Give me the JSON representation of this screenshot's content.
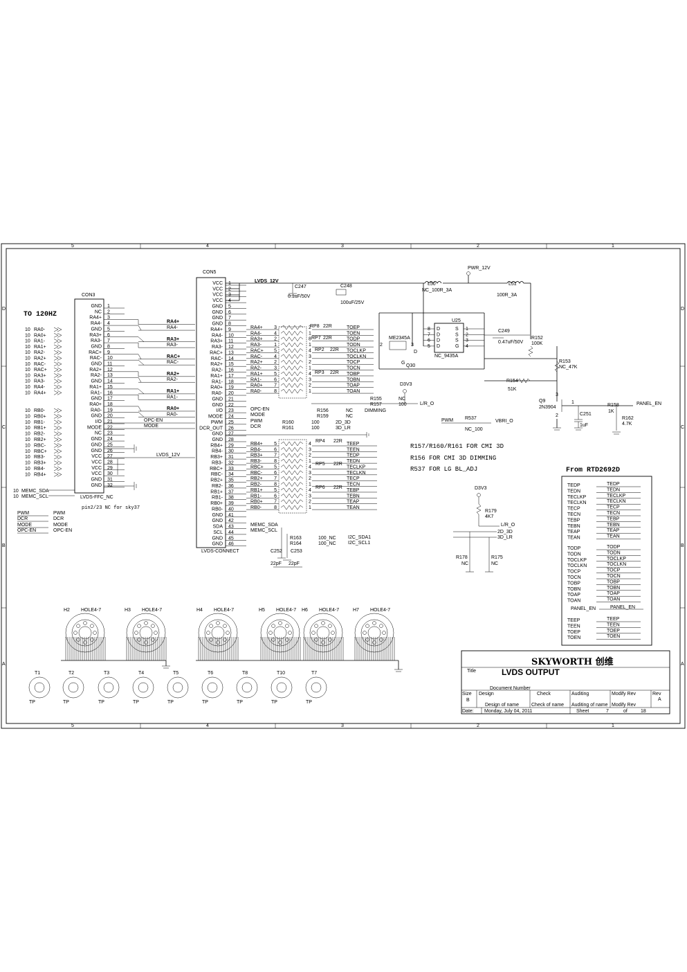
{
  "frame": {
    "cols_top": [
      "5",
      "4",
      "3",
      "2",
      "1"
    ],
    "cols_bottom": [
      "5",
      "4",
      "3",
      "2",
      "1"
    ],
    "rows_left": [
      "D",
      "C",
      "B",
      "A"
    ],
    "rows_right": [
      "D",
      "C",
      "B",
      "A"
    ]
  },
  "left_section": {
    "heading": "TO 120HZ",
    "ra_signals": [
      "RA0-",
      "RA0+",
      "RA1-",
      "RA1+",
      "RA2-",
      "RA2+",
      "RAC-",
      "RAC+",
      "RA3+",
      "RA3-",
      "RA4-",
      "RA4+"
    ],
    "rb_signals": [
      "RB0-",
      "RB0+",
      "RB1-",
      "RB1+",
      "RB2-",
      "RB2+",
      "RBC-",
      "RBC+",
      "RB3-",
      "RB3+",
      "RB4-",
      "RB4+"
    ],
    "pin_marker": "10",
    "memc": [
      "MEMC_SDA",
      "MEMC_SCL"
    ],
    "ctrl_left": [
      "PWM",
      "DCR",
      "MODE",
      "OPC-EN"
    ],
    "ctrl_right": [
      "PWM",
      "DCR",
      "MODE",
      "OPC-EN"
    ]
  },
  "con3": {
    "ref": "CON3",
    "part": "LVDS-FFC_NC",
    "note": "pin2/23 NC for sky37",
    "names": [
      "GND",
      "NC",
      "RA4+",
      "RA4-",
      "GND",
      "RA3+",
      "RA3-",
      "GND",
      "RAC+",
      "RAC-",
      "GND",
      "RA2+",
      "RA2-",
      "GND",
      "RA1+",
      "RA1-",
      "GND",
      "RA0+",
      "RA0-",
      "GND",
      "I/O",
      "MODE",
      "NC",
      "GND",
      "GND",
      "GND",
      "VCC",
      "VCC",
      "VCC",
      "VCC",
      "GND",
      "GND"
    ],
    "pins": [
      "1",
      "2",
      "3",
      "4",
      "5",
      "6",
      "7",
      "8",
      "9",
      "10",
      "11",
      "12",
      "13",
      "14",
      "15",
      "16",
      "17",
      "18",
      "19",
      "20",
      "21",
      "22",
      "23",
      "24",
      "25",
      "26",
      "27",
      "28",
      "29",
      "30",
      "31",
      "32"
    ],
    "right_labels": [
      "RA4+",
      "RA4-",
      "RA3+",
      "RA3-",
      "RAC+",
      "RAC-",
      "RA2+",
      "RA2-",
      "RA1+",
      "RA1-",
      "RA0+",
      "RA0-"
    ],
    "opc_label": "OPC-EN",
    "mode_label": "MODE",
    "vlabel": "LVDS_12V"
  },
  "con5": {
    "ref": "CON5",
    "part": "LVDS-CONNECT",
    "names": [
      "VCC",
      "VCC",
      "VCC",
      "VCC",
      "GND",
      "GND",
      "GND",
      "GND",
      "RA4+",
      "RA4-",
      "RA3+",
      "RA3-",
      "RAC+",
      "RAC-",
      "RA2+",
      "RA2-",
      "RA1+",
      "RA1-",
      "RA0+",
      "RA0-",
      "GND",
      "GND",
      "I/O",
      "MODE",
      "PWM",
      "DCR_OUT",
      "GND",
      "GND",
      "RB4+",
      "RB4-",
      "RB3+",
      "RB3-",
      "RBC+",
      "RBC-",
      "RB2+",
      "RB2-",
      "RB1+",
      "RB1-",
      "RB0+",
      "RB0-",
      "GND",
      "GND",
      "SDA",
      "SCL",
      "GND",
      "GND"
    ],
    "pins": [
      "1",
      "2",
      "3",
      "4",
      "5",
      "6",
      "7",
      "8",
      "9",
      "10",
      "11",
      "12",
      "13",
      "14",
      "15",
      "16",
      "17",
      "18",
      "19",
      "20",
      "21",
      "22",
      "23",
      "24",
      "25",
      "26",
      "27",
      "28",
      "29",
      "30",
      "31",
      "32",
      "33",
      "34",
      "35",
      "36",
      "37",
      "38",
      "39",
      "40",
      "41",
      "42",
      "43",
      "44",
      "45",
      "46"
    ],
    "net_a": [
      "RA4+",
      "RA4-",
      "RA3+",
      "RA3-",
      "RAC+",
      "RAC-",
      "RA2+",
      "RA2-",
      "RA1+",
      "RA1-",
      "RA0+",
      "RA0-"
    ],
    "net_b": [
      "RB4+",
      "RB4-",
      "RB3+",
      "RB3-",
      "RBC+",
      "RBC-",
      "RB2+",
      "RB2-",
      "RB1+",
      "RB1-",
      "RB0+",
      "RB0-"
    ],
    "vlabel": "LVDS_12V",
    "opc": "OPC-EN",
    "mode": "MODE",
    "pwm": "PWM",
    "dcr": "DCR",
    "sda": "MEMC_SDA",
    "scl": "MEMC_SCL"
  },
  "rpacks": {
    "pack_pins_a": [
      "3",
      "4",
      "2",
      "1",
      "5",
      "4",
      "2",
      "3",
      "5",
      "6",
      "7",
      "8"
    ],
    "pack_pins_b": [
      "5",
      "6",
      "7",
      "8",
      "5",
      "6",
      "7",
      "8",
      "5",
      "6",
      "7",
      "8"
    ],
    "pin_out_a": [
      "2",
      "1",
      "8",
      "1",
      "4",
      "3",
      "2",
      "1",
      "4",
      "3",
      "2",
      "1"
    ],
    "pin_out_b": [
      "4",
      "3",
      "2",
      "1",
      "4",
      "3",
      "2",
      "1",
      "4",
      "3",
      "2",
      "1"
    ],
    "refs": [
      "RP8",
      "RP7",
      "RP2",
      "RP3",
      "RP4",
      "RP5",
      "RP6"
    ],
    "value": "22R",
    "out_a": [
      "TOEP",
      "TOEN",
      "TODP",
      "TODN",
      "TOCLKP",
      "TOCLKN",
      "TOCP",
      "TOCN",
      "TOBP",
      "TOBN",
      "TOAP",
      "TOAN"
    ],
    "out_b": [
      "TEEP",
      "TEEN",
      "TEDP",
      "TEDN",
      "TECLKP",
      "TECLKN",
      "TECP",
      "TECN",
      "TEBP",
      "TEBN",
      "TEAP",
      "TEAN"
    ]
  },
  "mid_parts": {
    "r156": "R156",
    "r159": "R159",
    "r160": "R160",
    "r161": "R161",
    "r155": "R155",
    "r157": "R157",
    "v100": "100",
    "nc": "NC",
    "dimming": "DIMMING",
    "lr": "L/R_O",
    "d3v3": "D3V3",
    "n2d3d": "2D_3D",
    "n3dlr": "3D_LR",
    "r537": "R537",
    "r537v": "NC_100",
    "vbri": "VBRI_O",
    "pwm": "PWM",
    "r163": "R163",
    "r164": "R164",
    "r163v": "100_NC",
    "r164v": "100_NC",
    "i2c_sda": "I2C_SDA1",
    "i2c_scl": "I2C_SCL1",
    "c252": "C252",
    "c253": "C253",
    "c252v": "22pF",
    "c253v": "22pF"
  },
  "power": {
    "pwr": "PWR_12V",
    "l50": "L50",
    "l50v": "NC_100R_3A",
    "l51": "L51",
    "l51v": "100R_3A",
    "c247": "C247",
    "c247v": "0.1uF/50V",
    "c248": "C248",
    "c248v": "100uF/25V",
    "u25": "U25",
    "u25v": "NC_9435A",
    "u25_left": [
      "D",
      "D",
      "D",
      "D"
    ],
    "u25_right": [
      "S",
      "S",
      "S",
      "G"
    ],
    "u25_lp": [
      "8",
      "7",
      "6",
      "5"
    ],
    "u25_rp": [
      "1",
      "2",
      "3",
      "4"
    ],
    "me": "ME2345A",
    "q30": "Q30",
    "g": "G",
    "d": "D",
    "c249": "C249",
    "c249v": "0.47uF/50V",
    "r152": "R152",
    "r152v": "100K",
    "r153": "R153",
    "r153v": "NC_47K",
    "r154": "R154",
    "r154v": "51K",
    "q9": "Q9",
    "q9v": "2N3904",
    "c251": "C251",
    "c251v": "1uF",
    "r158": "R158",
    "r158v": "1K",
    "r162": "R162",
    "r162v": "4.7K",
    "panel_en": "PANEL_EN",
    "q_pins": [
      "1",
      "2",
      "3"
    ]
  },
  "notes": [
    "R157/R160/R161 FOR CMI 3D",
    "R156 FOR CMI 3D DIMMING",
    "R537 FOR LG BL_ADJ"
  ],
  "lr_circuit": {
    "d3v3": "D3V3",
    "r179": "R179",
    "r179v": "4K7",
    "lr": "L/R_O",
    "d2": "2D_3D",
    "d3": "3D_LR",
    "r178": "R178",
    "r175": "R175",
    "nc": "NC"
  },
  "rtd": {
    "heading": "From RTD2692D",
    "group1": [
      "TEDP",
      "TEDN",
      "TECLKP",
      "TECLKN",
      "TECP",
      "TECN",
      "TEBP",
      "TEBN",
      "TEAP",
      "TEAN"
    ],
    "group2": [
      "TODP",
      "TODN",
      "TOCLKP",
      "TOCLKN",
      "TOCP",
      "TOCN",
      "TOBP",
      "TOBN",
      "TOAP",
      "TOAN"
    ],
    "panel": "PANEL_EN",
    "group3": [
      "TEEP",
      "TEEN",
      "TOEP",
      "TOEN"
    ]
  },
  "holes": [
    {
      "ref": "H2",
      "part": "HOLE4-7"
    },
    {
      "ref": "H3",
      "part": "HOLE4-7"
    },
    {
      "ref": "H4",
      "part": "HOLE4-7"
    },
    {
      "ref": "H5",
      "part": "HOLE4-7"
    },
    {
      "ref": "H6",
      "part": "HOLE4-7"
    },
    {
      "ref": "H7",
      "part": "HOLE4-7"
    }
  ],
  "testpoints": [
    {
      "ref": "T1",
      "label": "TP"
    },
    {
      "ref": "T2",
      "label": "TP"
    },
    {
      "ref": "T3",
      "label": "TP"
    },
    {
      "ref": "T4",
      "label": "TP"
    },
    {
      "ref": "T5",
      "label": "TP"
    },
    {
      "ref": "T6",
      "label": "TP"
    },
    {
      "ref": "T8",
      "label": "TP"
    },
    {
      "ref": "T10",
      "label": "TP"
    },
    {
      "ref": "T7",
      "label": "TP"
    }
  ],
  "title_block": {
    "company": "SKYWORTH 创维",
    "title_label": "Title",
    "title": "LVDS OUTPUT",
    "doc_number": "Document Number",
    "size_label": "Size",
    "size": "B",
    "design": "Design",
    "design_v": "Design of name",
    "check": "Check",
    "check_v": "Check  of  name",
    "auditing": "Auditing",
    "auditing_v": "Auditing of name",
    "modify": "Modify Rev",
    "modify_v": "Modify Rev",
    "rev_label": "Rev",
    "rev": "A",
    "date_label": "Date:",
    "date": "Monday, July 04, 2011",
    "sheet_label": "Sheet",
    "sheet": "7",
    "of_label": "of",
    "of": "18"
  }
}
